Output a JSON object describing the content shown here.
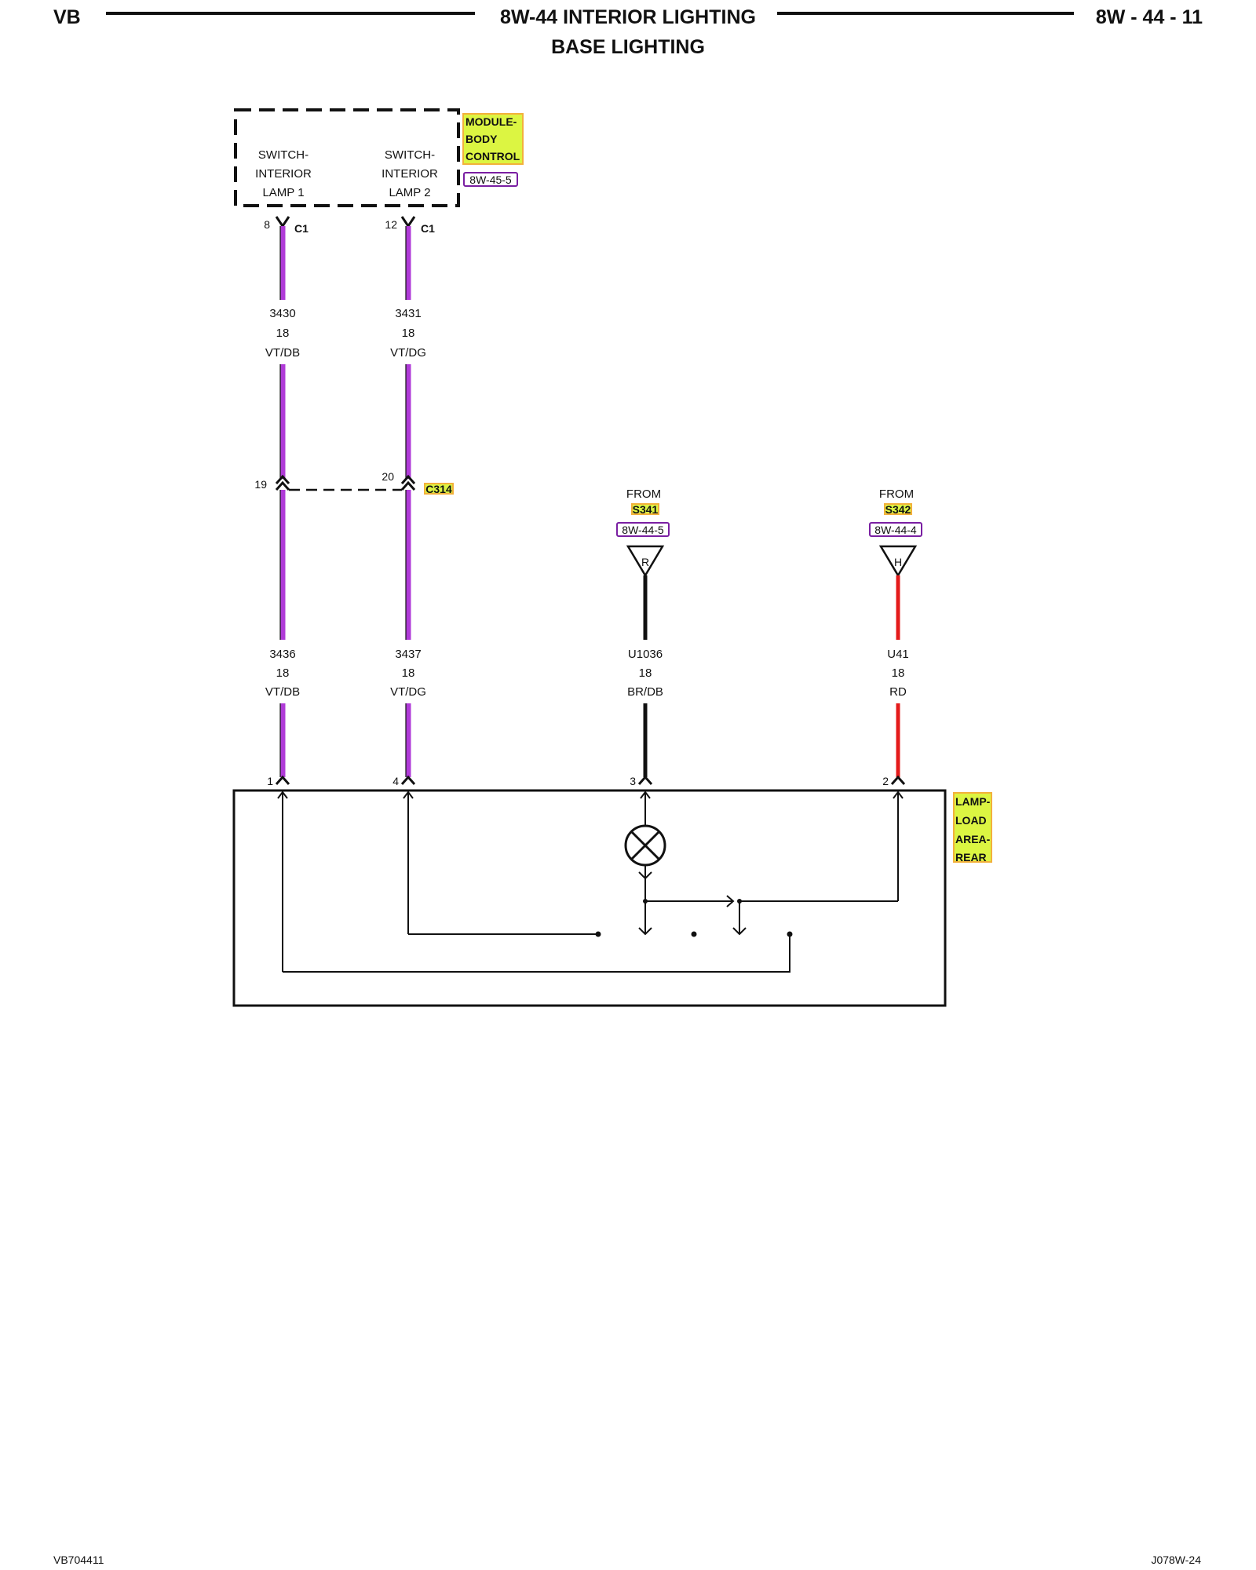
{
  "header": {
    "left": "VB",
    "title": "8W-44 INTERIOR LIGHTING",
    "subtitle": "BASE LIGHTING",
    "page": "8W - 44 - 11"
  },
  "module": {
    "name_lines": [
      "MODULE-",
      "BODY",
      "CONTROL"
    ],
    "ref": "8W-45-5",
    "switch1_lines": [
      "SWITCH-",
      "INTERIOR",
      "LAMP 1"
    ],
    "switch2_lines": [
      "SWITCH-",
      "INTERIOR",
      "LAMP 2"
    ]
  },
  "connectors": {
    "c1_pin_a": "8",
    "c1_pin_b": "12",
    "c1_label": "C1",
    "c314_pin_a": "19",
    "c314_pin_b": "20",
    "c314_label": "C314"
  },
  "wires_upper": [
    {
      "circuit": "3430",
      "gauge": "18",
      "color": "VT/DB"
    },
    {
      "circuit": "3431",
      "gauge": "18",
      "color": "VT/DG"
    }
  ],
  "wires_lower": [
    {
      "circuit": "3436",
      "gauge": "18",
      "color": "VT/DB"
    },
    {
      "circuit": "3437",
      "gauge": "18",
      "color": "VT/DG"
    },
    {
      "circuit": "U1036",
      "gauge": "18",
      "color": "BR/DB"
    },
    {
      "circuit": "U41",
      "gauge": "18",
      "color": "RD"
    }
  ],
  "sources": [
    {
      "from": "FROM",
      "splice": "S341",
      "ref": "8W-44-5",
      "letter": "R"
    },
    {
      "from": "FROM",
      "splice": "S342",
      "ref": "8W-44-4",
      "letter": "H"
    }
  ],
  "lamp": {
    "name_lines": [
      "LAMP-",
      "LOAD",
      "AREA-",
      "REAR"
    ],
    "pins": [
      "1",
      "4",
      "3",
      "2"
    ]
  },
  "footer": {
    "left": "VB704411",
    "right": "J078W-24"
  },
  "colors": {
    "violet": "#b03bd8",
    "red": "#e41b1b",
    "black": "#111111",
    "highlight_yellow": "#dcf542",
    "highlight_orange": "#f2b13b",
    "ref_border": "#7a1fa2"
  }
}
